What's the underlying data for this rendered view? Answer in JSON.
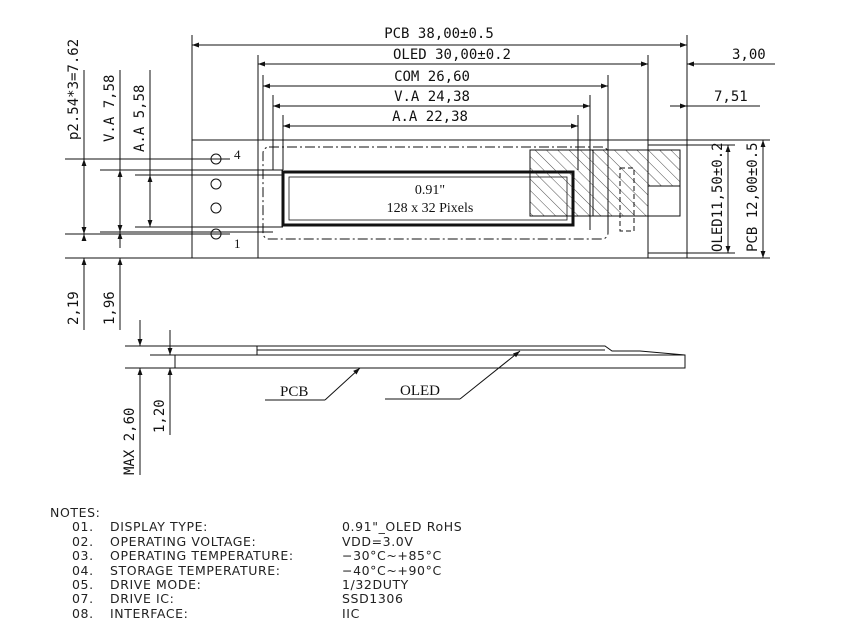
{
  "top_view": {
    "dims": {
      "pcb_width": "PCB 38,00±0.5",
      "oled_width": "OLED 30,00±0.2",
      "com": "COM 26,60",
      "va": "V.A 24,38",
      "aa": "A.A 22,38",
      "right_offset_1": "3,00",
      "right_offset_2": "7,51",
      "pin_pitch": "p2.54*3=7.62",
      "va_height": "V.A 7,58",
      "aa_height": "A.A 5,58",
      "oled_height": "OLED11,50±0.2",
      "pcb_height": "PCB 12,00±0.5",
      "bottom_offset_1": "2,19",
      "bottom_offset_2": "1,96"
    },
    "display_label_line1": "0.91\"",
    "display_label_line2": "128 x 32 Pixels",
    "pin_top": "4",
    "pin_bottom": "1"
  },
  "side_view": {
    "max_thickness": "MAX 2,60",
    "pcb_thickness": "1,20",
    "pcb_label": "PCB",
    "oled_label": "OLED"
  },
  "notes": {
    "heading": "NOTES:",
    "items": [
      {
        "num": "01.",
        "label": "DISPLAY TYPE:",
        "value": "0.91\"_OLED RoHS"
      },
      {
        "num": "02.",
        "label": "OPERATING VOLTAGE:",
        "value": "VDD=3.0V"
      },
      {
        "num": "03.",
        "label": "OPERATING TEMPERATURE:",
        "value": "−30°C~+85°C"
      },
      {
        "num": "04.",
        "label": "STORAGE TEMPERATURE:",
        "value": "−40°C~+90°C"
      },
      {
        "num": "05.",
        "label": "DRIVE MODE:",
        "value": "1/32DUTY"
      },
      {
        "num": "07.",
        "label": "DRIVE IC:",
        "value": "SSD1306"
      },
      {
        "num": "08.",
        "label": "INTERFACE:",
        "value": "IIC"
      }
    ]
  }
}
